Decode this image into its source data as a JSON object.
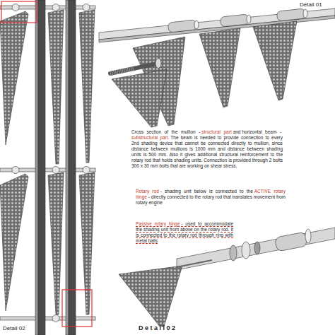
{
  "diagram": {
    "labels": [
      "Detail 01",
      "Cross section of the mullion -",
      "structural part",
      "and",
      "horizontal beam -",
      "substructural part.",
      "The beam is needed to provide connection to every 2nd shading device that cannot be connected directly to mullion, since distance between mullions is 1000 mm and distance between shading units is 500 mm. Also it gives additional structural reinforcement to the rotary rod that holds shading units. Connection is provided through 2 bolts 300 x 30 mm bolts that are working on shear stress.",
      "Rotary rod",
      "- shading unit below is connected to the",
      "ACTIVE rotary hinge",
      "- directly connected to the rotary rod that translates movement from rotary engine",
      "Passive rotary hinge",
      "- used to accommodate the shading unit from above on the rotary rod. It is connected to the rotary rod through ring with metal balls",
      "Detail 02",
      "D e t a i l 0 2"
    ]
  }
}
